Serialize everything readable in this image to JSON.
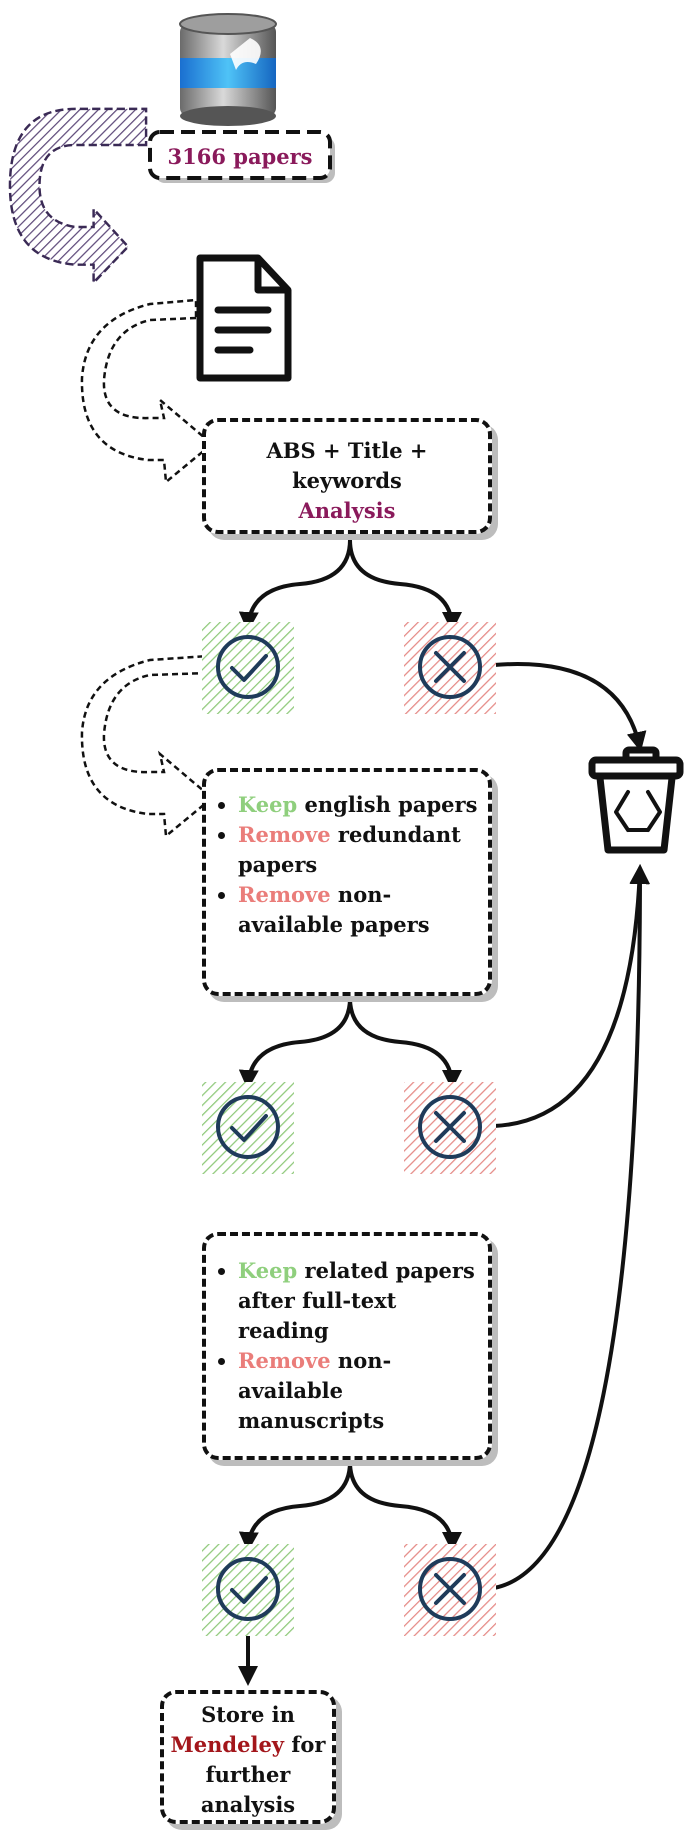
{
  "source": {
    "count_label": "3166 papers",
    "db_icon": "database-icon"
  },
  "document_icon": "document-icon",
  "stage1": {
    "line1": "ABS + Title +",
    "line2": "keywords",
    "highlight": "Analysis"
  },
  "stage2": {
    "items": [
      {
        "keyword": "Keep",
        "rest": " english papers"
      },
      {
        "keyword": "Remove",
        "rest": " redundant papers"
      },
      {
        "keyword": "Remove",
        "rest": " non-available papers"
      }
    ]
  },
  "stage3": {
    "items": [
      {
        "keyword": "Keep",
        "rest": " related papers after full-text reading"
      },
      {
        "keyword": "Remove",
        "rest": " non-available manuscripts"
      }
    ]
  },
  "final": {
    "line1": "Store in",
    "highlight": "Mendeley",
    "line2": " for",
    "line3": "further",
    "line4": "analysis"
  },
  "icons": {
    "accept": "check-icon",
    "reject": "cross-icon",
    "trash": "recycle-bin-icon"
  },
  "colors": {
    "keep": "#8fcf7d",
    "remove": "#ea7d7a",
    "analysis": "#8a1a5b",
    "mendeley": "#a3161b",
    "icon_stroke": "#1f3b5a",
    "accept_hatch": "#8fc97a",
    "reject_hatch": "#e58a86",
    "purple_arrow": "#5e4a7a"
  }
}
